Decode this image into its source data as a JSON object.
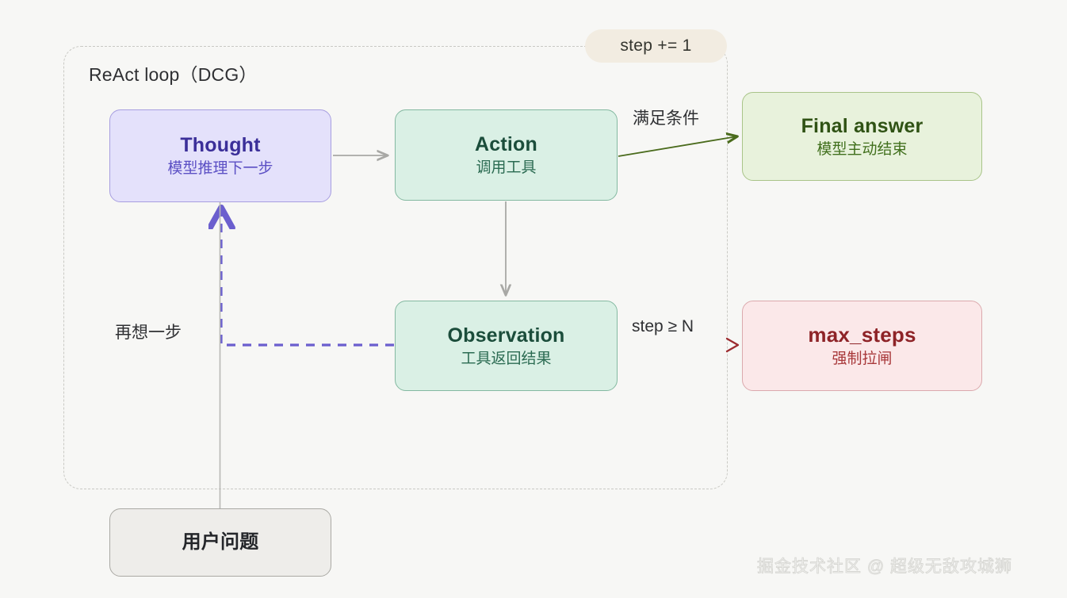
{
  "diagram": {
    "loop": {
      "title": "ReAct loop（DCG）",
      "step_badge": "step += 1"
    },
    "nodes": {
      "thought": {
        "title": "Thought",
        "subtitle": "模型推理下一步",
        "color": "#e4e1fb",
        "border": "#a79ee0"
      },
      "action": {
        "title": "Action",
        "subtitle": "调用工具",
        "color": "#daf0e5",
        "border": "#84b9a1"
      },
      "observation": {
        "title": "Observation",
        "subtitle": "工具返回结果",
        "color": "#daf0e5",
        "border": "#84b9a1"
      },
      "final": {
        "title": "Final answer",
        "subtitle": "模型主动结束",
        "color": "#e8f2dc",
        "border": "#a9c489"
      },
      "max_steps": {
        "title": "max_steps",
        "subtitle": "强制拉闸",
        "color": "#fbe8e9",
        "border": "#dba9ad"
      },
      "user": {
        "title": "用户问题",
        "color": "#eeedea",
        "border": "#aaa9a4"
      }
    },
    "edges": {
      "condition_met": "满足条件",
      "step_limit": "step ≥ N",
      "retry": "再想一步"
    },
    "watermark": "掘金技术社区 @ 超级无敌攻城狮"
  }
}
